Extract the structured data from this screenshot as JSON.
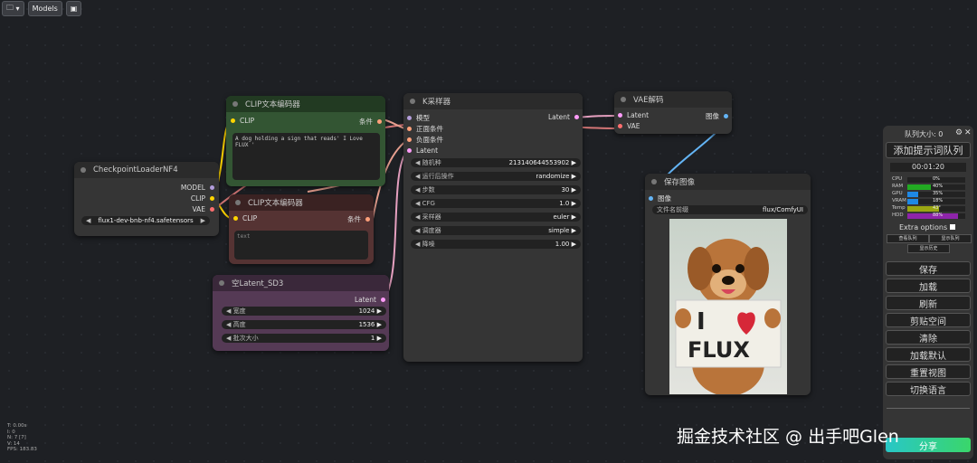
{
  "topbar": {
    "models_label": "Models"
  },
  "nodes": {
    "checkpoint": {
      "title": "CheckpointLoaderNF4",
      "outputs": [
        "MODEL",
        "CLIP",
        "VAE"
      ],
      "ckpt_value": "flux1-dev-bnb-nf4.safetensors"
    },
    "clip_pos": {
      "title": "CLIP文本编码器",
      "input": "CLIP",
      "output": "条件",
      "text": "A dog holding a sign that reads' I Love FLUX '"
    },
    "clip_neg": {
      "title": "CLIP文本编码器",
      "input": "CLIP",
      "output": "条件",
      "text": "text"
    },
    "latent": {
      "title": "空Latent_SD3",
      "output": "Latent",
      "widgets": [
        {
          "label": "宽度",
          "value": "1024"
        },
        {
          "label": "高度",
          "value": "1536"
        },
        {
          "label": "批次大小",
          "value": "1"
        }
      ]
    },
    "ksampler": {
      "title": "K采样器",
      "inputs": [
        "模型",
        "正面条件",
        "负面条件",
        "Latent"
      ],
      "output": "Latent",
      "widgets": [
        {
          "label": "随机种",
          "value": "213140644553902"
        },
        {
          "label": "运行后操作",
          "value": "randomize"
        },
        {
          "label": "步数",
          "value": "30"
        },
        {
          "label": "CFG",
          "value": "1.0"
        },
        {
          "label": "采样器",
          "value": "euler"
        },
        {
          "label": "调度器",
          "value": "simple"
        },
        {
          "label": "降噪",
          "value": "1.00"
        }
      ]
    },
    "vae_decode": {
      "title": "VAE解码",
      "inputs": [
        "Latent",
        "VAE"
      ],
      "output": "图像"
    },
    "save_image": {
      "title": "保存图像",
      "input": "图像",
      "prefix_label": "文件名前缀",
      "prefix_value": "flux/ComfyUI",
      "sign_line1": "I",
      "sign_line2": "FLUX"
    }
  },
  "panel": {
    "queue_label": "队列大小: 0",
    "queue_prompt": "添加提示词队列",
    "timer": "00:01:20",
    "stats": [
      {
        "label": "CPU",
        "value": "0%",
        "pct": 0,
        "color": "#22aa22"
      },
      {
        "label": "RAM",
        "value": "40%",
        "pct": 40,
        "color": "#22aa22"
      },
      {
        "label": "GPU",
        "value": "35%",
        "pct": 35,
        "color": "#1e88e5"
      },
      {
        "label": "VRAM",
        "value": "18%",
        "pct": 18,
        "color": "#1e88e5"
      },
      {
        "label": "Temp",
        "value": "43°",
        "pct": 43,
        "color": "#9aa612"
      },
      {
        "label": "HDD",
        "value": "88%",
        "pct": 88,
        "color": "#8e24aa"
      }
    ],
    "extra_options": "Extra options",
    "small_buttons": [
      "查看队列",
      "显示队列",
      "显示历史"
    ],
    "buttons": [
      "保存",
      "加载",
      "刷新",
      "剪贴空间",
      "清除",
      "加载默认",
      "重置视图",
      "切换语言"
    ],
    "share": "分享"
  },
  "bottom_stats": [
    "T: 0.00s",
    "I: 0",
    "N: 7 [7]",
    "V: 14",
    "FPS: 183.83"
  ],
  "watermark": "掘金技术社区 @ 出手吧Glen"
}
